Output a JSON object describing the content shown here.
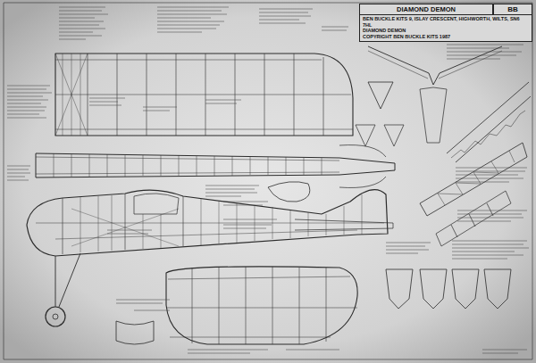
{
  "diagram": {
    "nodes": [
      {
        "text": [
          "DIAMOND DEMON"
        ]
      },
      {
        "text": [
          "BB"
        ]
      },
      {
        "text": [
          "BEN BUCKLE KITS 9, ISLAY CRESCENT, HIGHWORTH, WILTS, SN6 7HL",
          "DIAMOND DEMON",
          "COPYRIGHT BEN BUCKLE KITS 1987"
        ]
      }
    ]
  }
}
